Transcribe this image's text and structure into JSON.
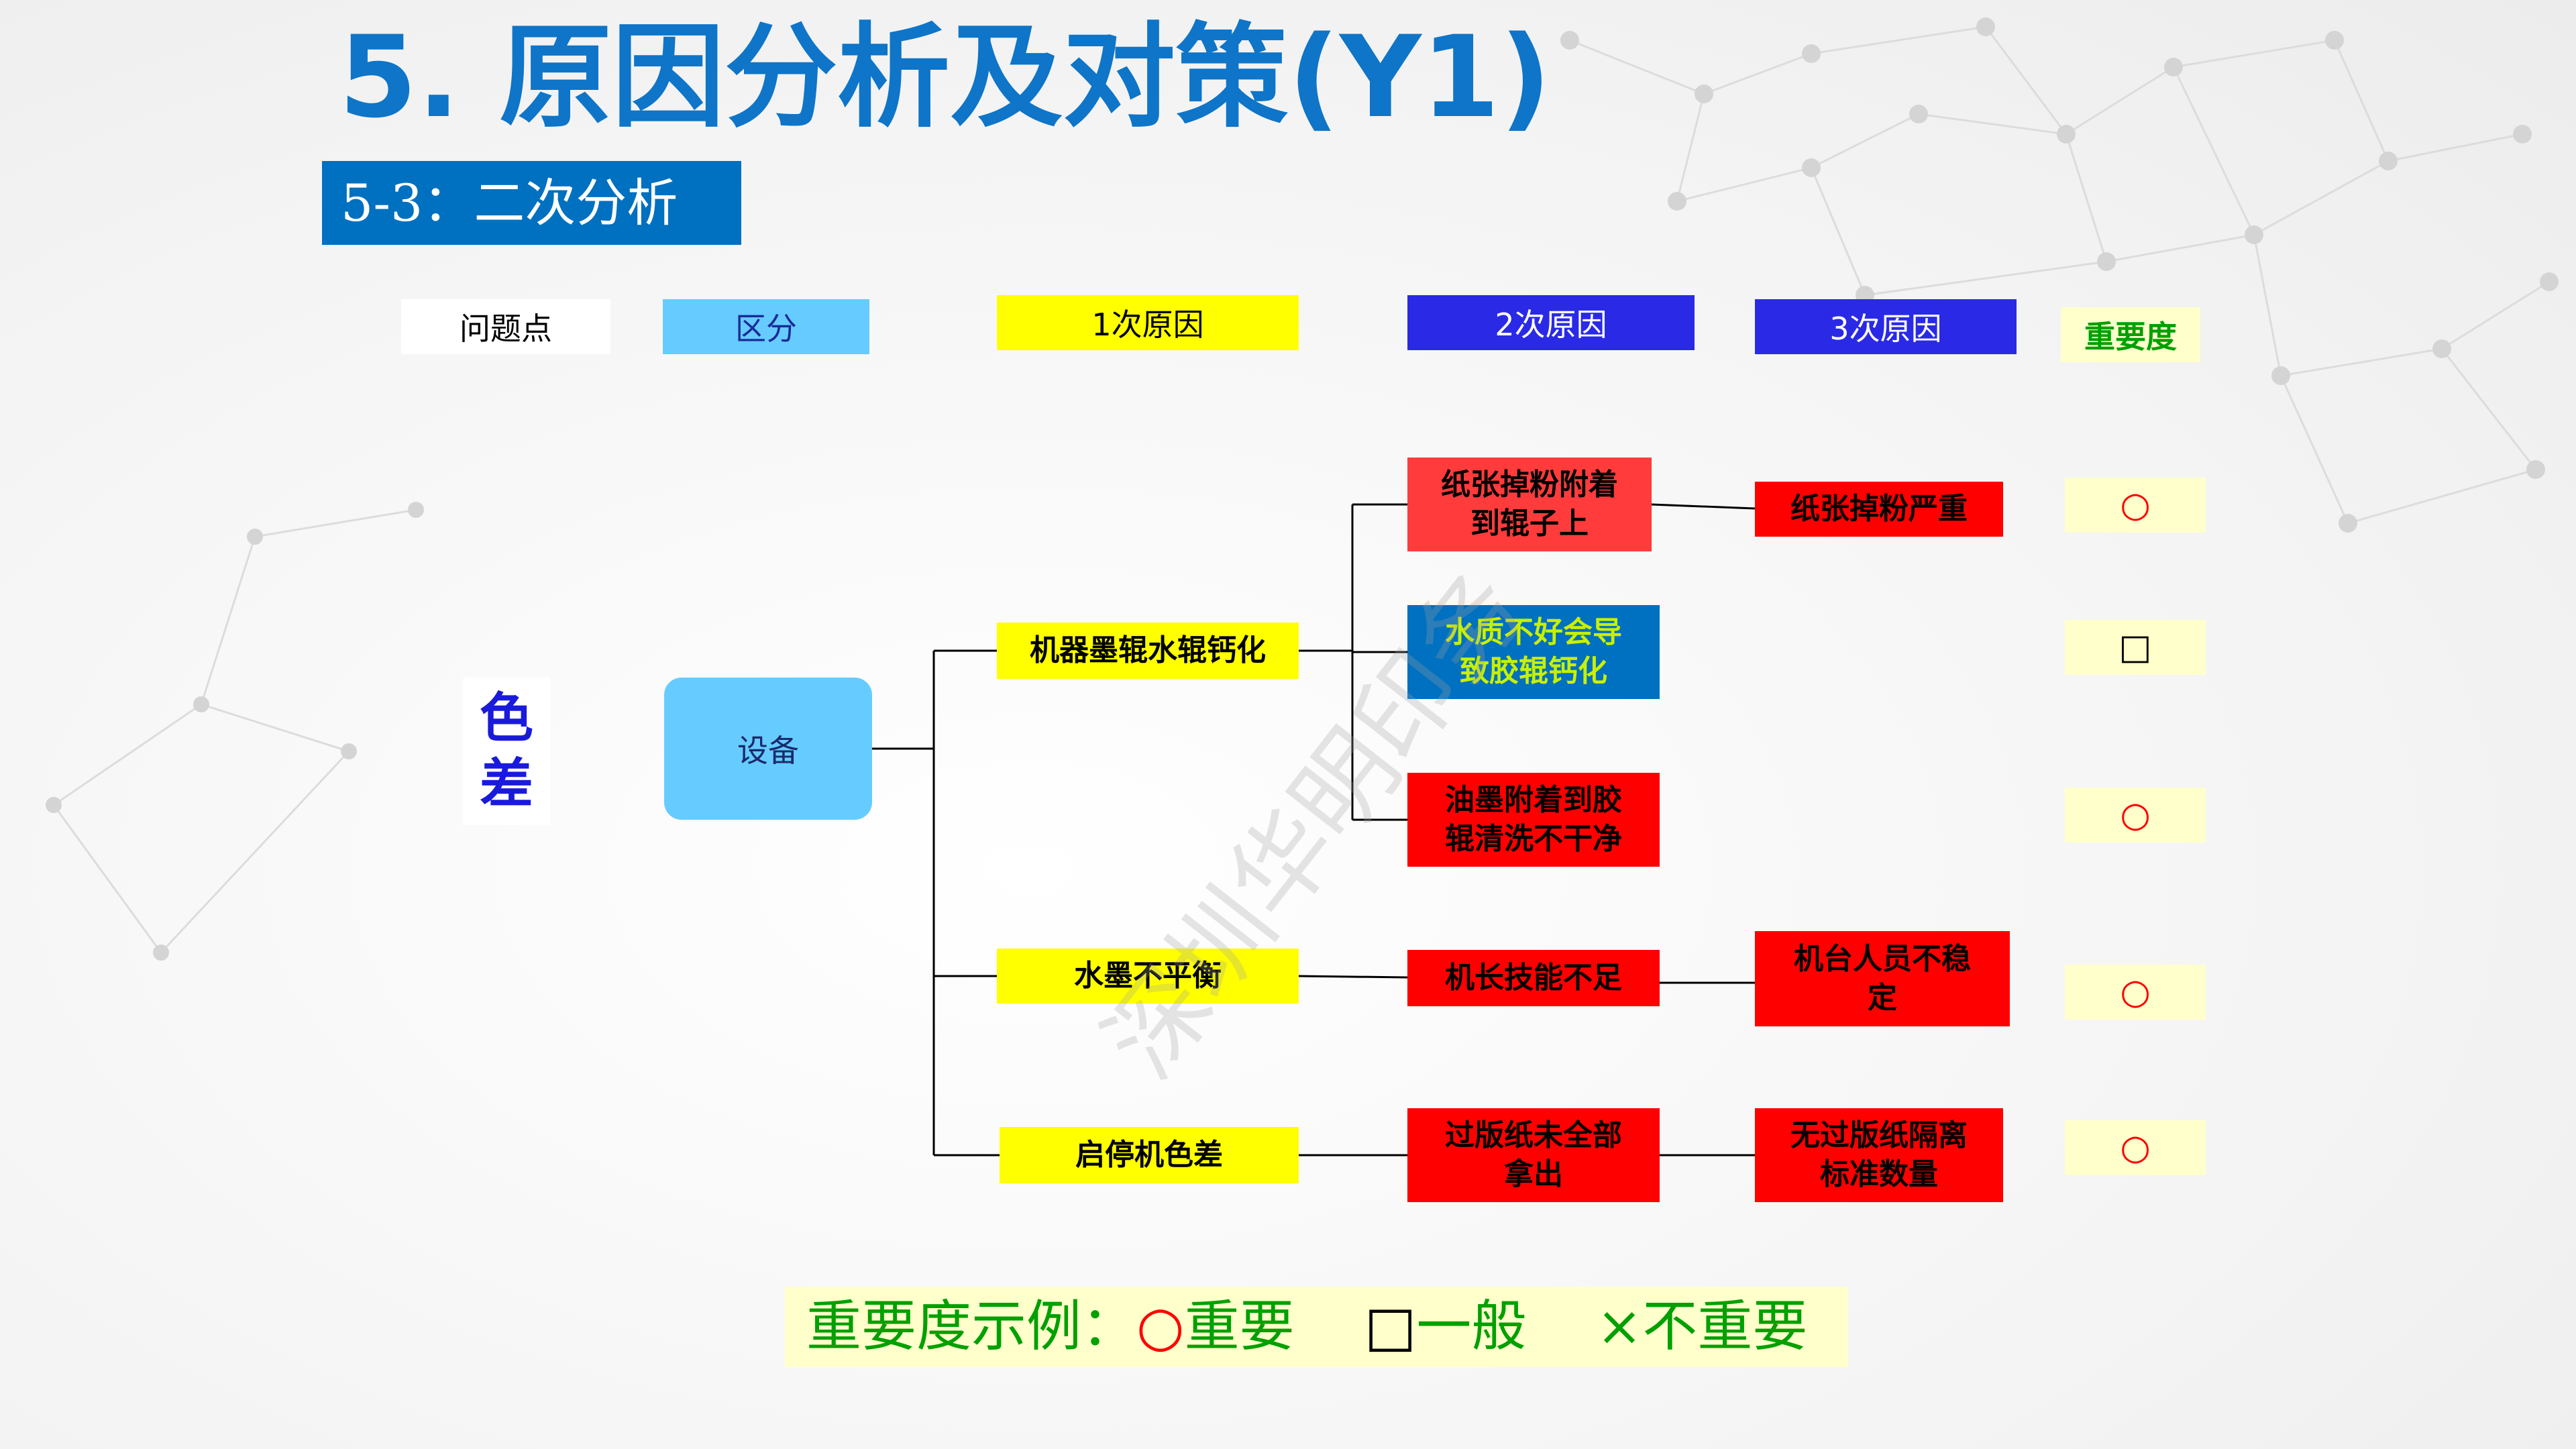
{
  "title": "5. 原因分析及对策(Y1)",
  "subtitle": "5-3：二次分析",
  "headers": {
    "problem": "问题点",
    "category": "区分",
    "cause1": "1次原因",
    "cause2": "2次原因",
    "cause3": "3次原因",
    "importance": "重要度"
  },
  "problem": "色\n差",
  "category": "设备",
  "cause1": [
    "机器墨辊水辊钙化",
    "水墨不平衡",
    "启停机色差"
  ],
  "cause2": [
    "纸张掉粉附着\n到辊子上",
    "水质不好会导\n致胶辊钙化",
    "油墨附着到胶\n辊清洗不干净",
    "机长技能不足",
    "过版纸未全部\n拿出"
  ],
  "cause3": [
    "纸张掉粉严重",
    "机台人员不稳\n定",
    "无过版纸隔离\n标准数量"
  ],
  "importance": [
    "○",
    "□",
    "○",
    "○",
    "○"
  ],
  "legend": {
    "label": "重要度示例：",
    "mark1": "○",
    "text1": "重要",
    "mark2": "□",
    "text2": "一般",
    "mark3": "×",
    "text3": "不重要"
  },
  "watermark": "深圳华明印务",
  "colors": {
    "title_blue": "#0e75c8",
    "subtitle_bg": "#0070c0",
    "cause_red": "#ff0000",
    "cause_yellow": "#ffff00",
    "header_blue": "#2a2ae6",
    "importance_bg": "#ffffcc",
    "legend_green": "#00a000"
  }
}
